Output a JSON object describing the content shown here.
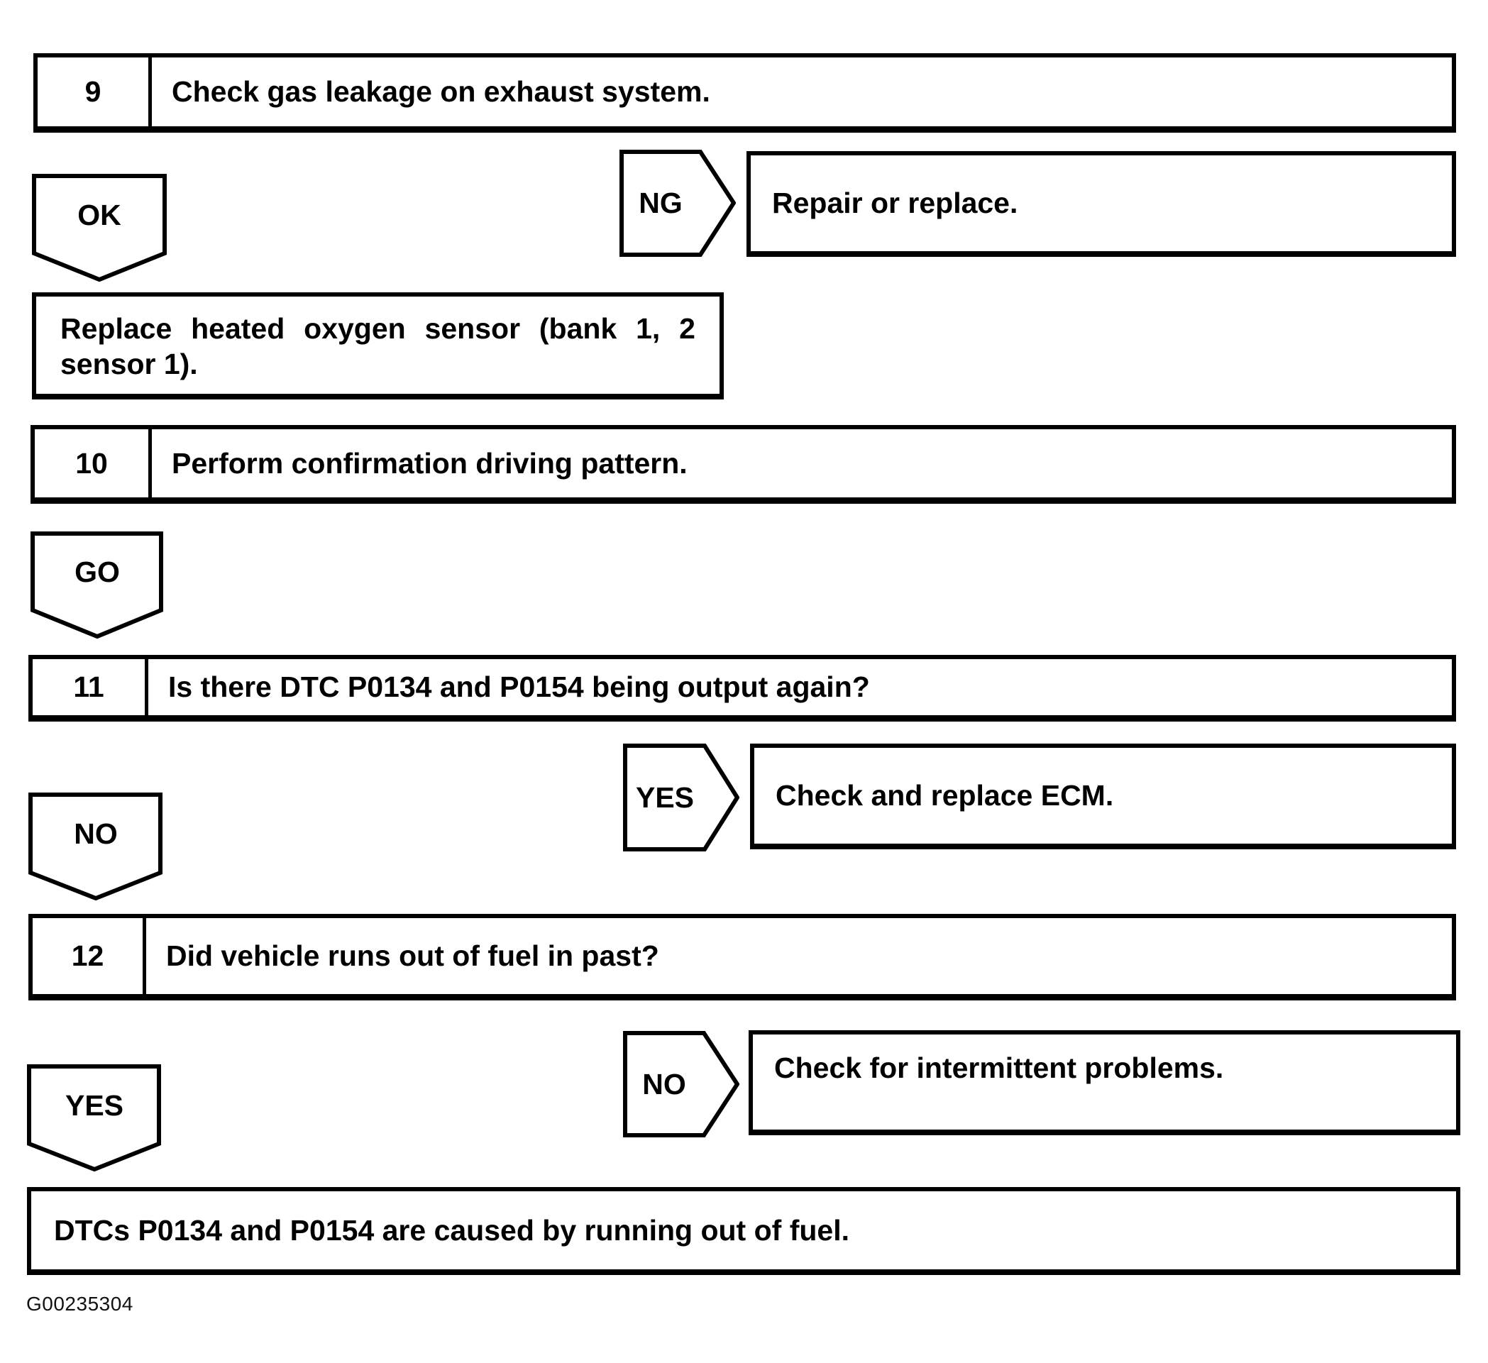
{
  "page": {
    "background": "#ffffff",
    "line_color": "#000000",
    "figure_id": "G00235304"
  },
  "steps": {
    "step9": {
      "number": "9",
      "question": "Check gas leakage on exhaust system."
    },
    "step10": {
      "number": "10",
      "question": "Perform confirmation driving pattern."
    },
    "step11": {
      "number": "11",
      "question": "Is there DTC P0134 and P0154 being output again?"
    },
    "step12": {
      "number": "12",
      "question": "Did vehicle runs out of fuel in past?"
    }
  },
  "connectors": {
    "step9_ok": "OK",
    "step9_ng": "NG",
    "step10_go": "GO",
    "step11_yes": "YES",
    "step11_no": "NO",
    "step12_no": "NO",
    "step12_yes": "YES"
  },
  "results": {
    "repair_or_replace": "Repair or replace.",
    "replace_sensor": "Replace heated oxygen sensor (bank 1, 2 sensor 1).",
    "check_replace_ecm": "Check and replace ECM.",
    "check_intermittent": "Check for intermittent problems.",
    "caused_by_fuel": "DTCs P0134 and P0154 are caused by running out of fuel."
  }
}
